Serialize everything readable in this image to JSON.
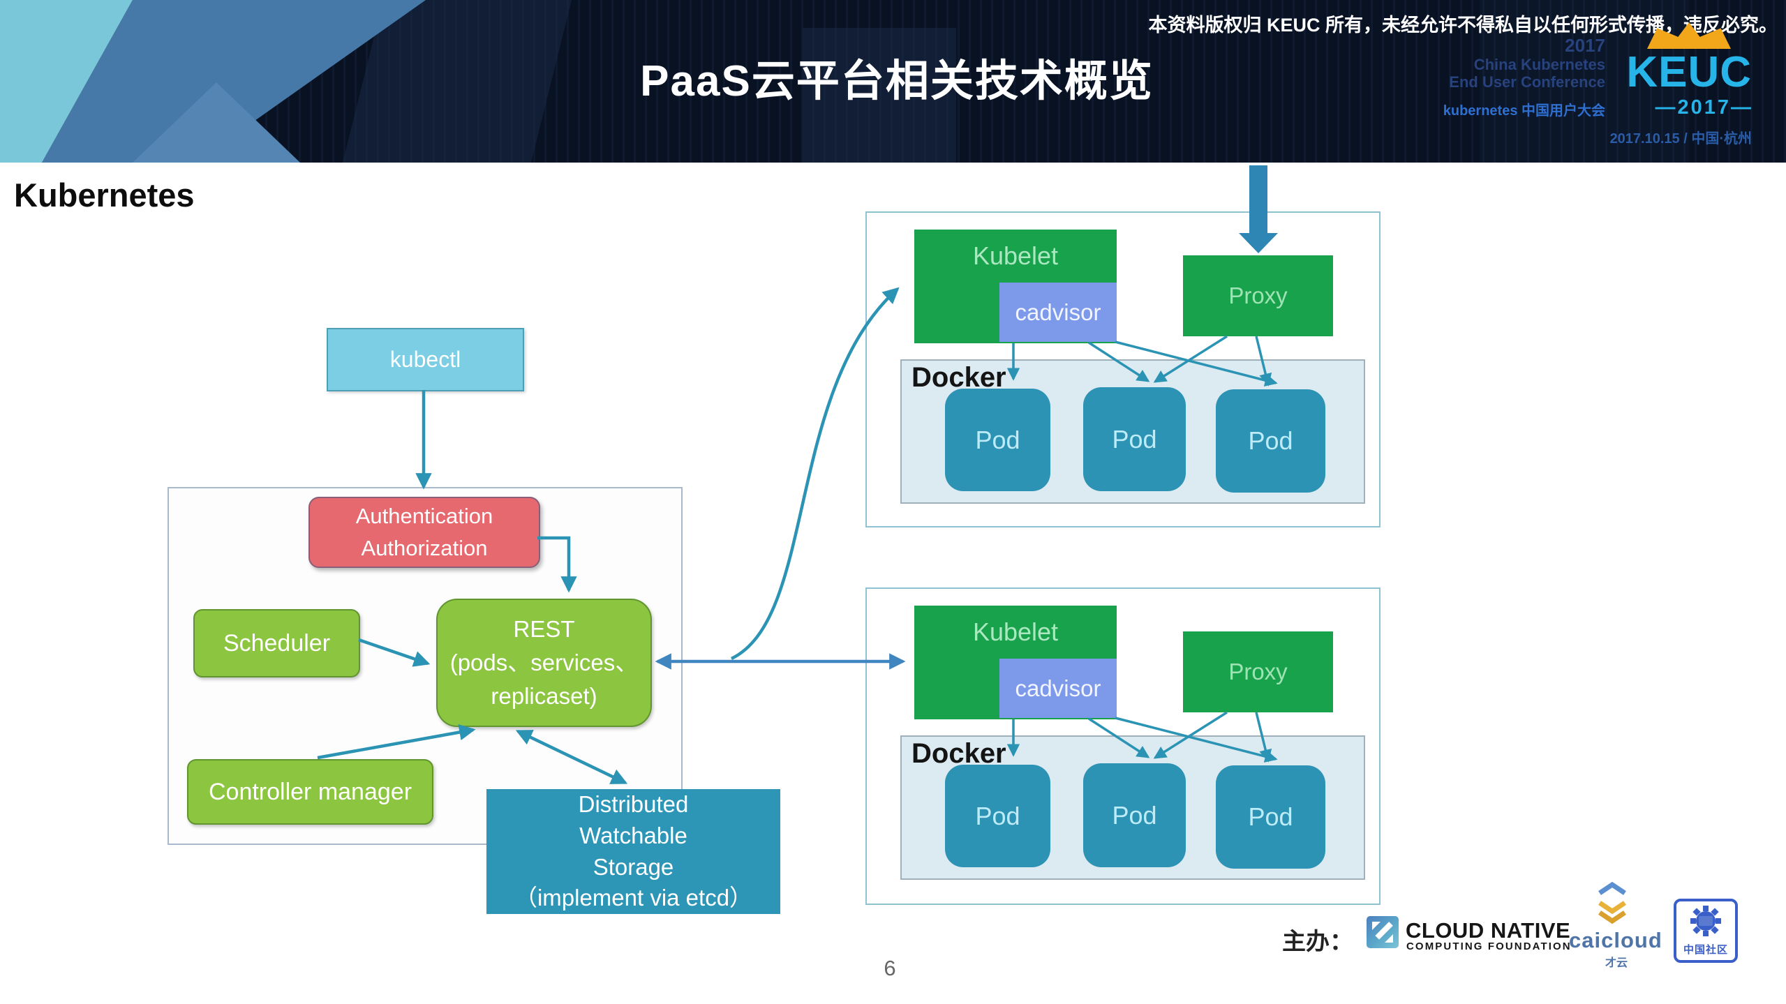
{
  "banner": {
    "title": "PaaS云平台相关技术概览",
    "copyright": "本资料版权归 KEUC 所有，未经允许不得私自以任何形式传播，违反必究。",
    "logo": {
      "year_small": "2017",
      "line1": "China Kubernetes",
      "line2": "End User Conference",
      "line3": "kubernetes 中国用户大会",
      "keuc": "KEUC",
      "year_banner": "—2017—",
      "date": "2017.10.15 / 中国·杭州"
    }
  },
  "section_heading": "Kubernetes",
  "master": {
    "kubectl": "kubectl",
    "auth_line1": "Authentication",
    "auth_line2": "Authorization",
    "scheduler": "Scheduler",
    "rest_line1": "REST",
    "rest_line2": "(pods、services、",
    "rest_line3": "replicaset)",
    "controller_manager": "Controller manager",
    "storage_line1": "Distributed",
    "storage_line2": "Watchable",
    "storage_line3": "Storage",
    "storage_line4": "（implement via etcd）"
  },
  "nodes": [
    {
      "kubelet": "Kubelet",
      "cadvisor": "cadvisor",
      "proxy": "Proxy",
      "docker": "Docker",
      "pods": [
        "Pod",
        "Pod",
        "Pod"
      ]
    },
    {
      "kubelet": "Kubelet",
      "cadvisor": "cadvisor",
      "proxy": "Proxy",
      "docker": "Docker",
      "pods": [
        "Pod",
        "Pod",
        "Pod"
      ]
    }
  ],
  "footer": {
    "host_label": "主办：",
    "cncf_line1": "CLOUD NATIVE",
    "cncf_line2": "COMPUTING FOUNDATION",
    "caicloud": "caicloud",
    "caicloud_cn": "才云",
    "community": "中国社区",
    "page_number": "6"
  },
  "colors": {
    "arrow_teal": "#2b93b4",
    "arrow_blue": "#3f86c0",
    "green_master": "#8cc540",
    "green_node": "#17a24b",
    "red_auth": "#e5696e",
    "teal_storage": "#2d96b6",
    "pod_fill": "#2d93b4",
    "cadvisor_fill": "#7d99ea",
    "kubectl_fill": "#7bcee3",
    "keuc_cyan": "#27b4e9",
    "crown_gold": "#f2a71b"
  }
}
